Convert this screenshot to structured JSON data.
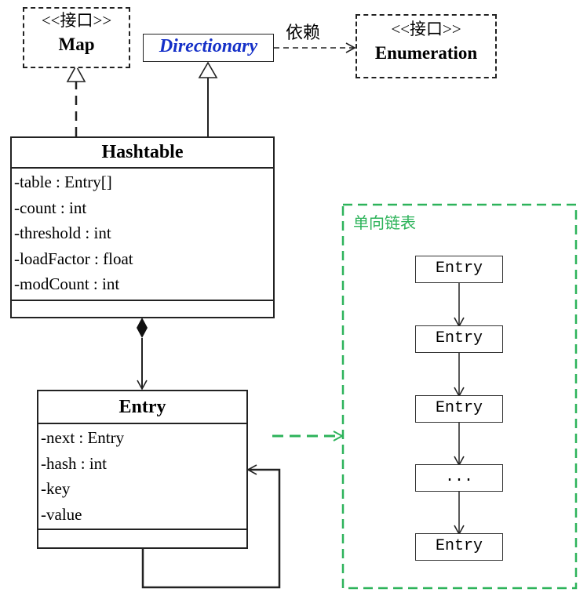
{
  "map_interface": {
    "stereotype": "<<接口>>",
    "name": "Map"
  },
  "directionary": {
    "name": "Directionary"
  },
  "enumeration_interface": {
    "stereotype": "<<接口>>",
    "name": "Enumeration"
  },
  "dependency_label": "依赖",
  "hashtable": {
    "name": "Hashtable",
    "attributes": [
      "-table : Entry[]",
      "-count : int",
      "-threshold : int",
      "-loadFactor : float",
      "-modCount : int"
    ]
  },
  "entry": {
    "name": "Entry",
    "attributes": [
      "-next : Entry",
      "-hash : int",
      "-key",
      "-value"
    ]
  },
  "linked_list": {
    "label": "单向链表",
    "nodes": [
      "Entry",
      "Entry",
      "Entry",
      "...",
      "Entry"
    ]
  },
  "colors": {
    "dashed_green": "#2db35a",
    "italic_blue": "#1530c8",
    "line": "#222222"
  }
}
